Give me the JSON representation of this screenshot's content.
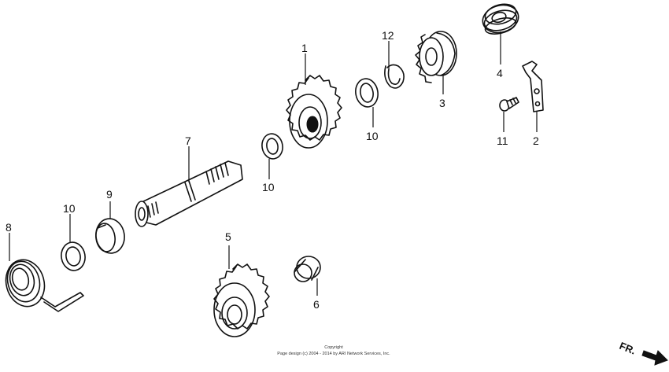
{
  "callouts": [
    {
      "id": "1",
      "text": "1"
    },
    {
      "id": "2",
      "text": "2"
    },
    {
      "id": "3",
      "text": "3"
    },
    {
      "id": "4",
      "text": "4"
    },
    {
      "id": "5",
      "text": "5"
    },
    {
      "id": "6",
      "text": "6"
    },
    {
      "id": "7",
      "text": "7"
    },
    {
      "id": "8",
      "text": "8"
    },
    {
      "id": "9",
      "text": "9"
    },
    {
      "id": "10a",
      "text": "10"
    },
    {
      "id": "10b",
      "text": "10"
    },
    {
      "id": "10c",
      "text": "10"
    },
    {
      "id": "11",
      "text": "11"
    },
    {
      "id": "12",
      "text": "12"
    }
  ],
  "copyright": {
    "line1": "Copyright",
    "line2": "Page design (c) 2004 - 2014 by ARI Network Services, Inc."
  },
  "direction": {
    "label": "FR."
  }
}
